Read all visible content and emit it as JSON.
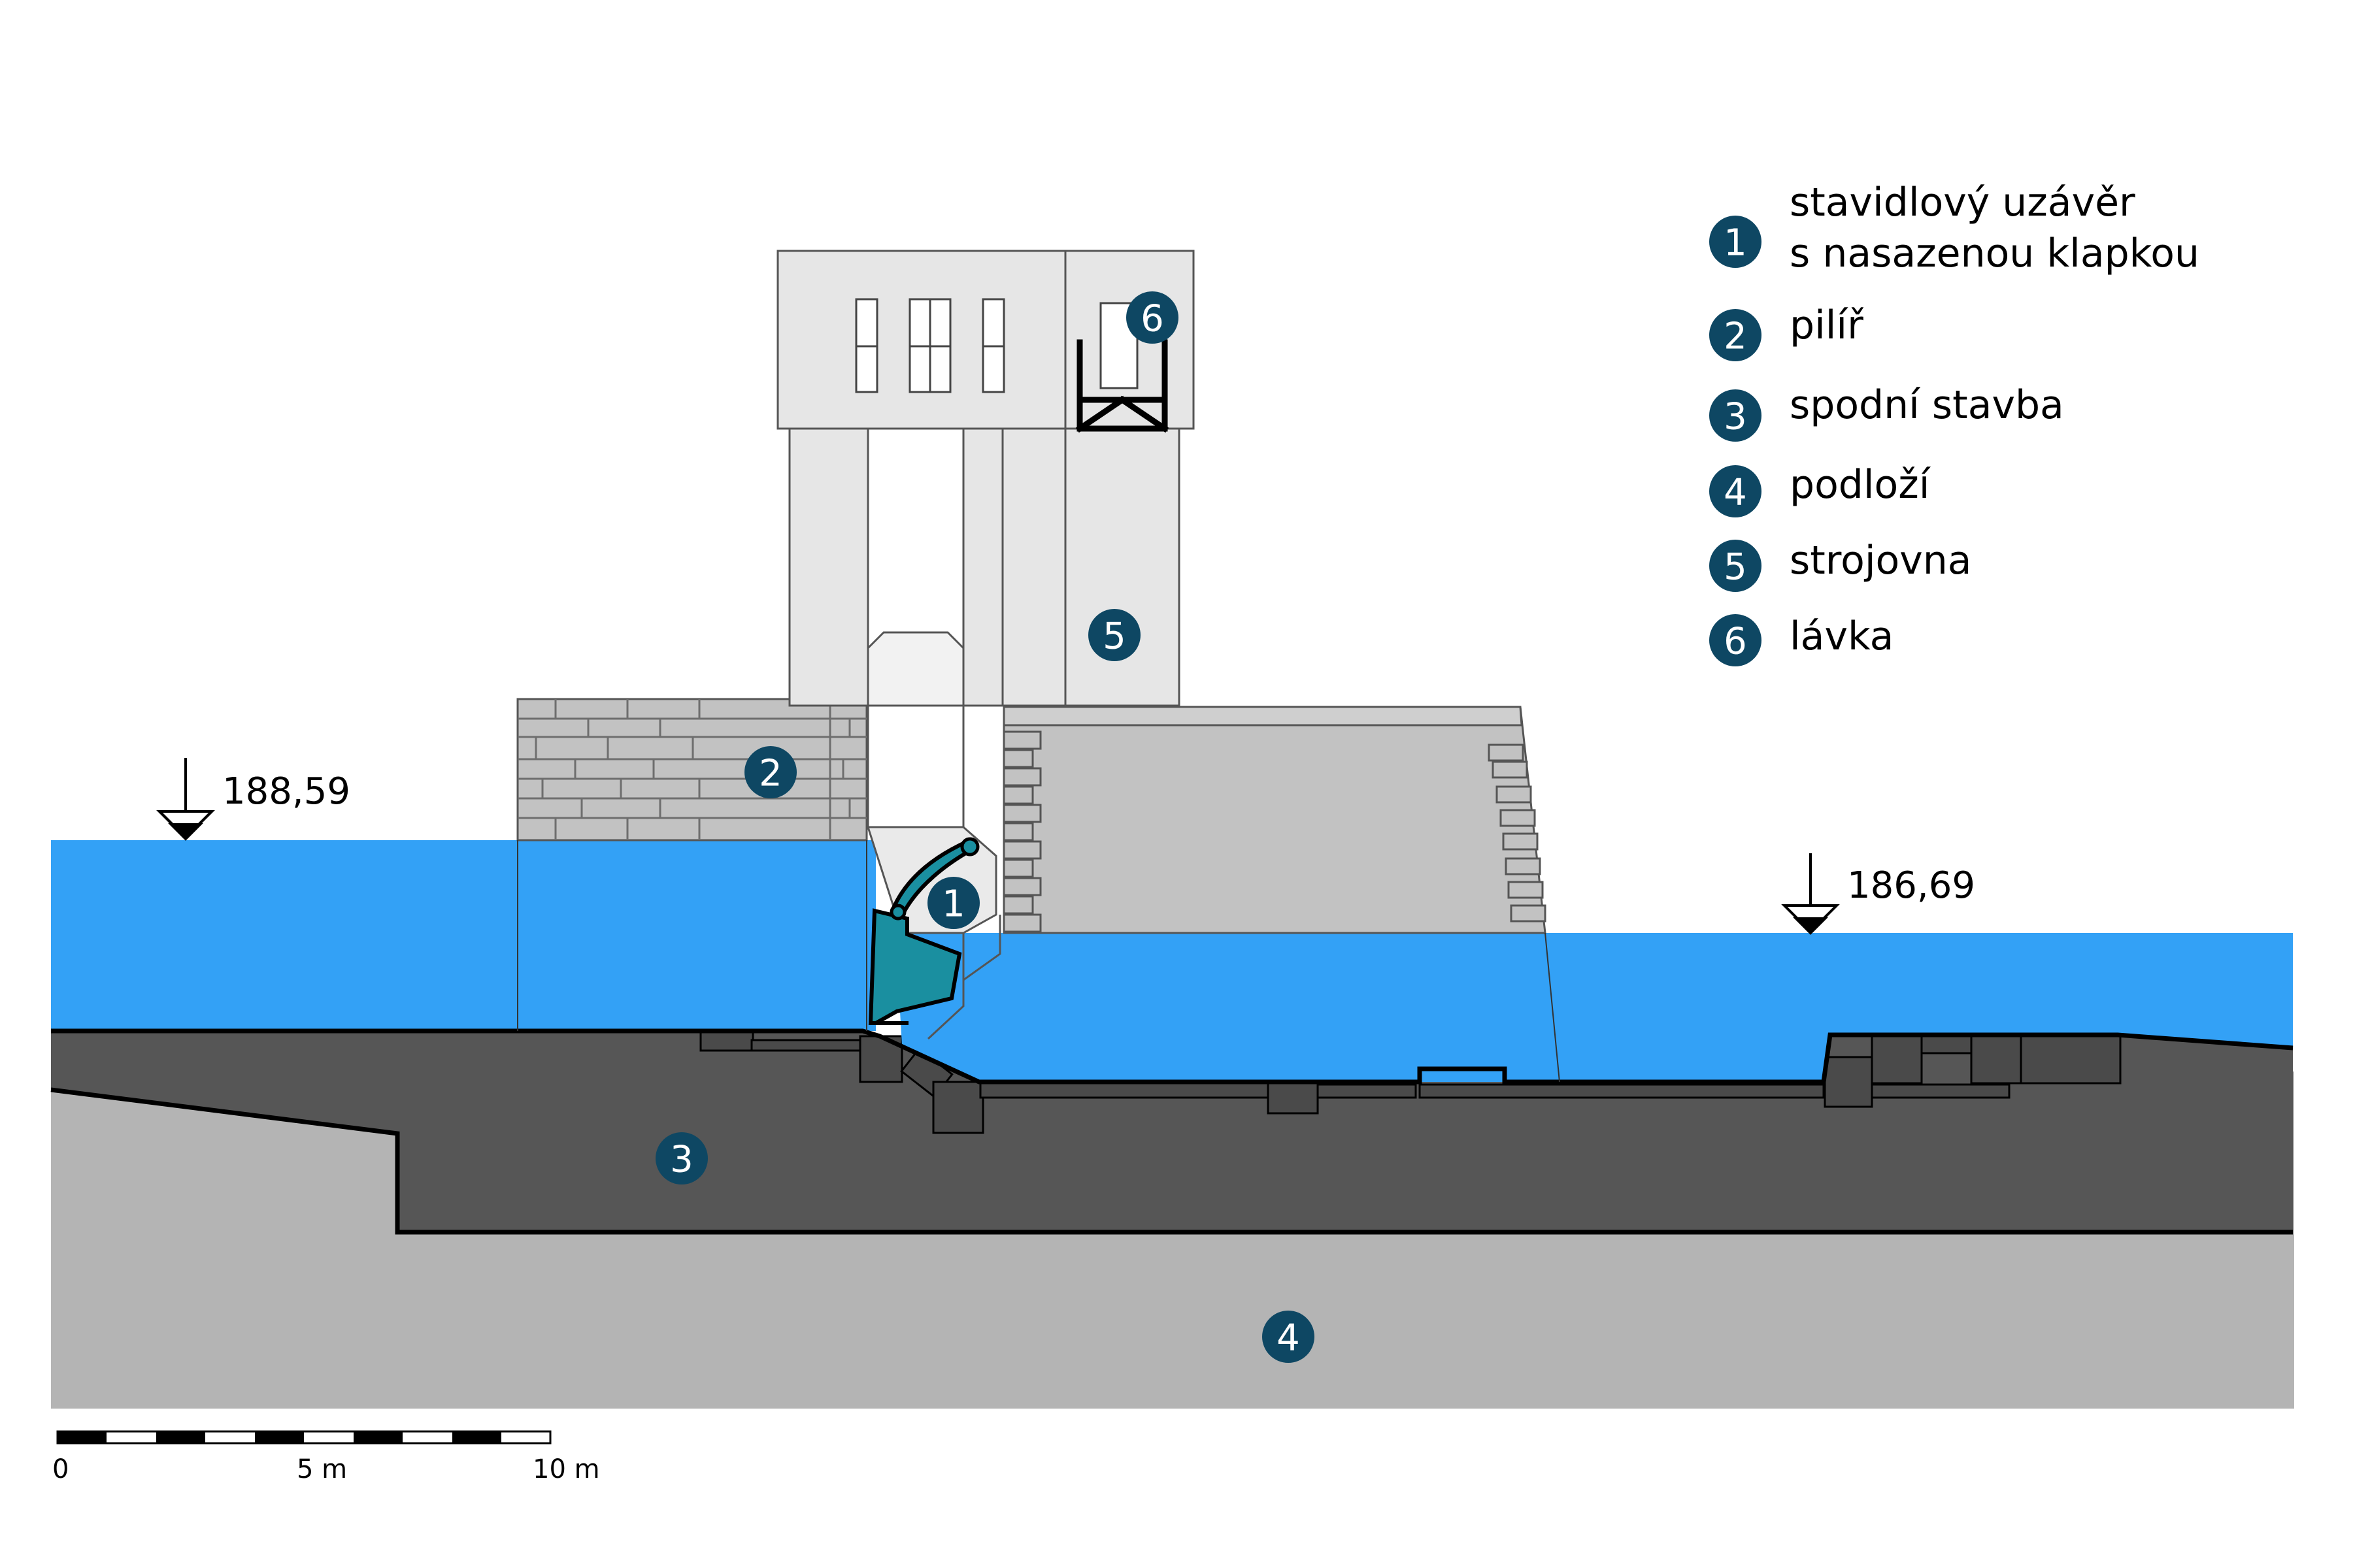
{
  "colors": {
    "water": "#33a1f6",
    "substructure": "#565656",
    "subsoil": "#b4b4b4",
    "pier": "#c2c2c2",
    "building": "#e6e6e6",
    "gate": "#1a8fa0",
    "marker": "#0e4763",
    "line": "#000000"
  },
  "water_levels": {
    "upstream": "188,59",
    "downstream": "186,69"
  },
  "legend": [
    {
      "num": "1",
      "lines": [
        "stavidlový uzávěr",
        "s nasazenou klapkou"
      ]
    },
    {
      "num": "2",
      "lines": [
        "pilíř"
      ]
    },
    {
      "num": "3",
      "lines": [
        "spodní stavba"
      ]
    },
    {
      "num": "4",
      "lines": [
        "podloží"
      ]
    },
    {
      "num": "5",
      "lines": [
        "strojovna"
      ]
    },
    {
      "num": "6",
      "lines": [
        "lávka"
      ]
    }
  ],
  "markers": {
    "gate": "1",
    "pier": "2",
    "substructure": "3",
    "subsoil": "4",
    "machine_room": "5",
    "footbridge": "6"
  },
  "scale_bar": {
    "ticks": [
      "0",
      "5 m",
      "10 m"
    ]
  }
}
